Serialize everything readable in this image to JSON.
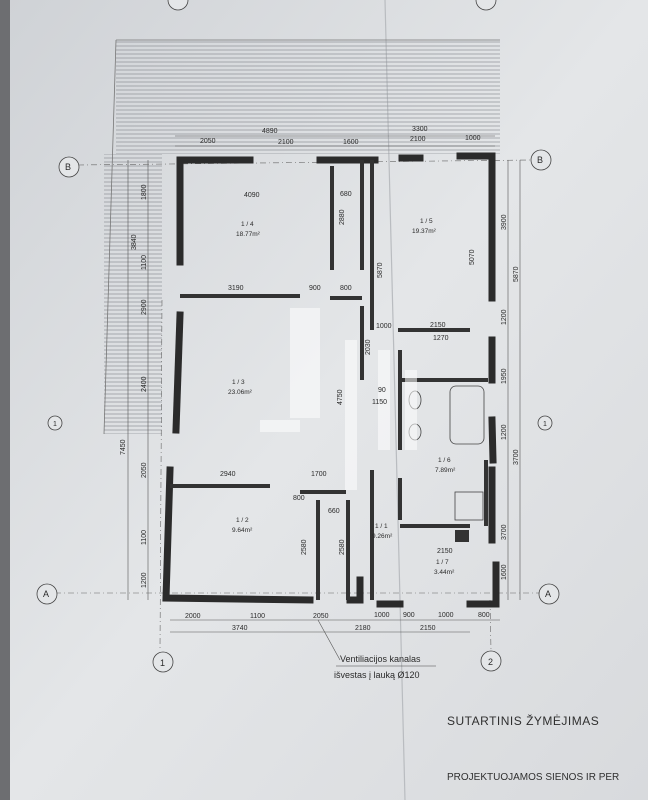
{
  "plan": {
    "axes": {
      "b": "B",
      "a": "A",
      "one": "1",
      "two": "2",
      "section": "1"
    },
    "dims_top": {
      "overall_left": "4890",
      "overall_right": "3300",
      "seg1": "2050",
      "seg2": "2100",
      "seg3": "1600",
      "seg4": "2100",
      "seg5": "1000"
    },
    "dims_bottom": {
      "seg1": "2000",
      "seg2": "1100",
      "seg3": "2050",
      "seg4": "1000",
      "seg5": "900",
      "seg6": "1000",
      "seg7": "800",
      "overall1": "3740",
      "overall2": "2180",
      "overall3": "2150"
    },
    "dims_left": {
      "d1": "1800",
      "d2": "3840",
      "d3": "1100",
      "d4": "2900",
      "d5": "2400",
      "d6": "7450",
      "d7": "2050",
      "d8": "1100",
      "d9": "1200"
    },
    "dims_right": {
      "d1": "3900",
      "d2": "5870",
      "d3": "1200",
      "d4": "1950",
      "d5": "1200",
      "d6": "3700",
      "d7": "3700",
      "d8": "1600"
    },
    "dims_inner": {
      "r4_width": "4090",
      "r4_closet": "680",
      "r4_closet_h": "2880",
      "corr_w": "3190",
      "corr_d1": "900",
      "corr_d2": "800",
      "r5_h": "5870",
      "r5_h2": "5070",
      "bath_w": "2150",
      "bath_w2": "1270",
      "hall_1000": "1000",
      "hall_2030": "2030",
      "hall_4750": "4750",
      "hall_90": "90",
      "hall_1150": "1150",
      "r2_w": "2940",
      "r2_w2": "1700",
      "r2_800": "800",
      "r2_660": "660",
      "r2_2580": "2580",
      "r2_2580b": "2580",
      "r7_w": "2150"
    },
    "rooms": [
      {
        "id": "1 / 4",
        "area": "18.77m²"
      },
      {
        "id": "1 / 5",
        "area": "19.37m²"
      },
      {
        "id": "1 / 3",
        "area": "23.06m²"
      },
      {
        "id": "1 / 6",
        "area": "7.89m²"
      },
      {
        "id": "1 / 2",
        "area": "9.64m²"
      },
      {
        "id": "1 / 1",
        "area": "9.26m²"
      },
      {
        "id": "1 / 7",
        "area": "3.44m²"
      }
    ],
    "note_line1": "Ventiliacijos kanalas",
    "note_line2": "išvestas į lauką Ø120"
  },
  "legend": {
    "title": "SUTARTINIS ŽYMĖJIMAS",
    "subtitle": "PROJEKTUOJAMOS SIENOS IR PER"
  }
}
